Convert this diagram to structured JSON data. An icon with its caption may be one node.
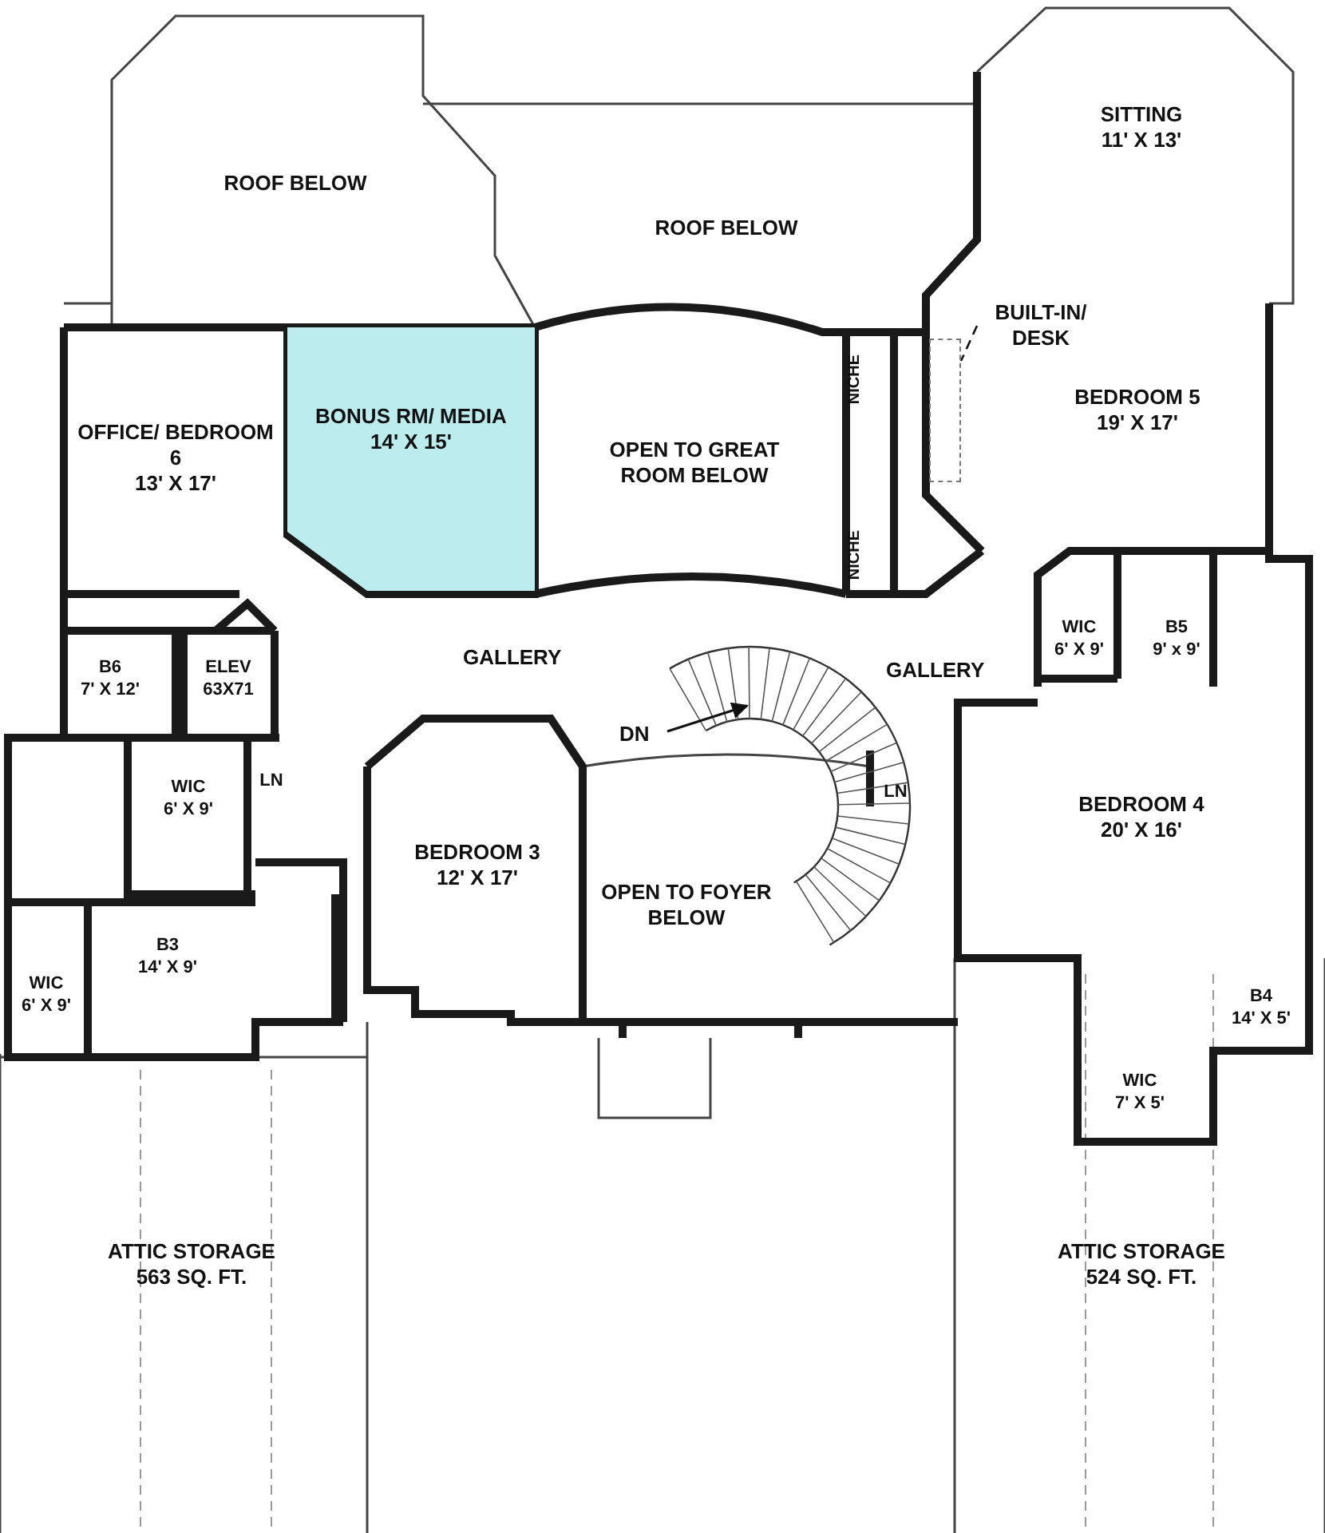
{
  "diagram": {
    "nodes": [
      {
        "text": [
          "ROOF BELOW"
        ]
      },
      {
        "text": [
          "ROOF BELOW"
        ]
      },
      {
        "text": [
          "SITTING",
          "11' X 13'"
        ]
      },
      {
        "text": [
          "OFFICE/ BEDROOM 6",
          "13' X 17'"
        ]
      },
      {
        "text": [
          "BONUS RM/ MEDIA",
          "14' X 15'"
        ]
      },
      {
        "text": [
          "OPEN TO GREAT ROOM BELOW"
        ]
      },
      {
        "text": [
          "BUILT-IN/ DESK"
        ]
      },
      {
        "text": [
          "BEDROOM 5",
          "19' X 17'"
        ]
      },
      {
        "text": [],
        "shape": "box"
      },
      {
        "text": [
          "B6",
          "7' X 12'"
        ]
      },
      {
        "text": [
          "ELEV",
          "63X71"
        ]
      },
      {
        "text": [
          "WIC",
          "6' X 9'"
        ]
      },
      {
        "text": [
          "LN"
        ]
      },
      {
        "text": [
          "BEDROOM 3",
          "12' X 17'"
        ]
      },
      {
        "text": [
          "OPEN TO FOYER BELOW"
        ]
      },
      {
        "text": [
          "LN"
        ]
      },
      {
        "text": [
          "WIC",
          "6' X 9'"
        ]
      },
      {
        "text": [
          "B5",
          "9' x 9'"
        ]
      },
      {
        "text": [
          "BEDROOM 4",
          "20' X 16'"
        ]
      },
      {
        "text": [
          "B3",
          "14' X 9'"
        ]
      },
      {
        "text": [
          "WIC",
          "6' X 9'"
        ]
      },
      {
        "text": [
          "B4",
          "14' X 5'"
        ]
      },
      {
        "text": [
          "WIC",
          "7' X 5'"
        ]
      },
      {
        "text": [
          "ATTIC STORAGE",
          "563 SQ. FT."
        ]
      },
      {
        "text": [
          "ATTIC STORAGE",
          "524 SQ. FT."
        ]
      }
    ],
    "edges": [
      {
        "from": 6,
        "to": 8,
        "arrow": "none",
        "style": "dashed"
      }
    ],
    "labels": [
      "GALLERY",
      "GALLERY",
      "DN",
      "NICHE",
      "NICHE"
    ]
  }
}
